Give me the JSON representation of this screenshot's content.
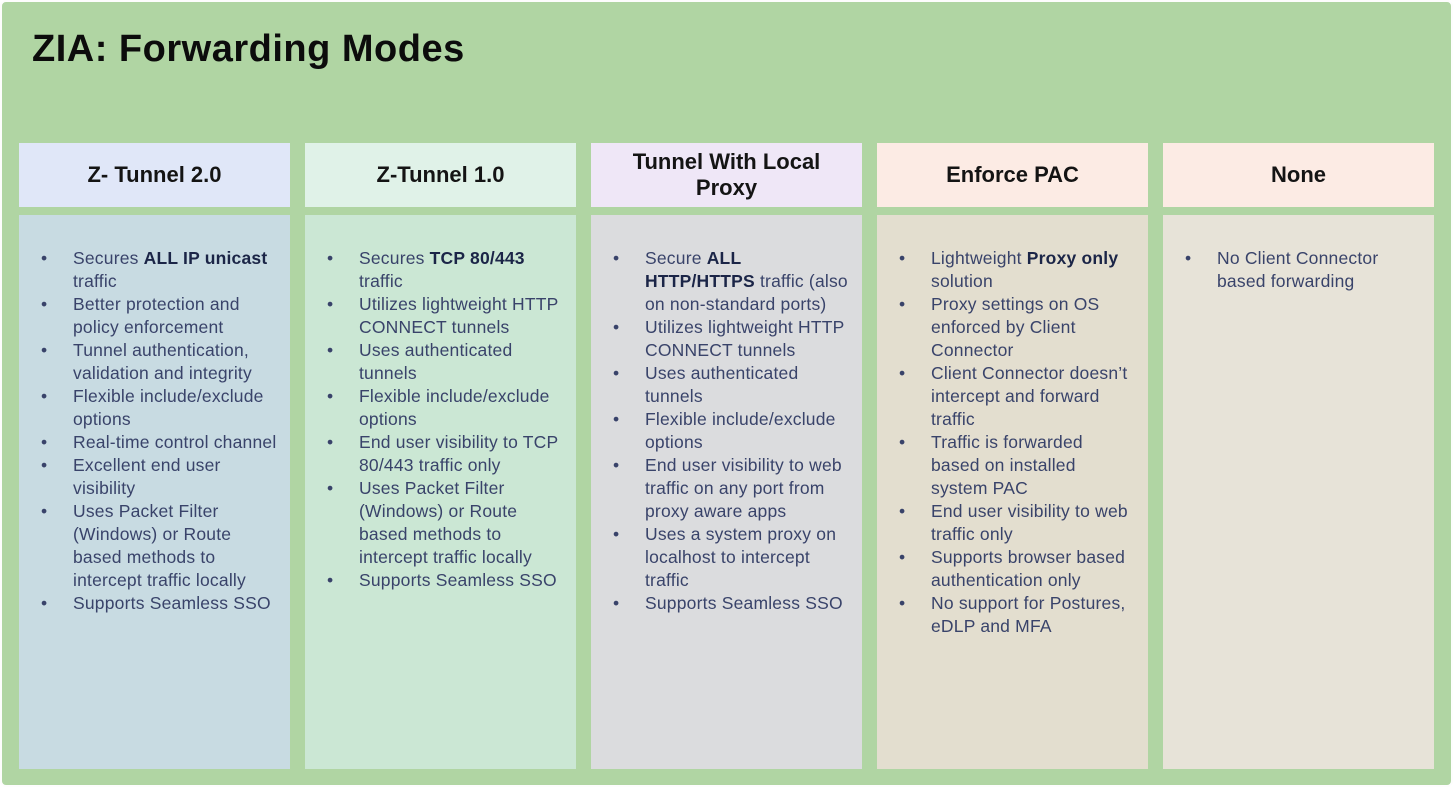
{
  "title": "ZIA: Forwarding Modes",
  "background_color": "#b0d5a3",
  "text_color": "#39436a",
  "bold_text_color": "#1b2547",
  "columns": [
    {
      "header": "Z- Tunnel 2.0",
      "header_bg": "#e0e7f8",
      "body_bg": "#c8dbe2",
      "bullets": [
        [
          {
            "t": "Secures "
          },
          {
            "t": "ALL IP unicast",
            "b": true
          },
          {
            "t": " traffic"
          }
        ],
        [
          {
            "t": "Better protection and policy enforcement"
          }
        ],
        [
          {
            "t": "Tunnel authentication, validation and integrity"
          }
        ],
        [
          {
            "t": "Flexible include/exclude options"
          }
        ],
        [
          {
            "t": "Real-time control channel"
          }
        ],
        [
          {
            "t": "Excellent end user visibility"
          }
        ],
        [
          {
            "t": "Uses Packet Filter (Windows) or Route based methods to intercept traffic locally"
          }
        ],
        [
          {
            "t": "Supports Seamless SSO"
          }
        ]
      ]
    },
    {
      "header": "Z-Tunnel 1.0",
      "header_bg": "#e0f2e8",
      "body_bg": "#cbe7d4",
      "bullets": [
        [
          {
            "t": "Secures "
          },
          {
            "t": "TCP 80/443",
            "b": true
          },
          {
            "t": " traffic"
          }
        ],
        [
          {
            "t": "Utilizes lightweight HTTP CONNECT tunnels"
          }
        ],
        [
          {
            "t": "Uses authenticated tunnels"
          }
        ],
        [
          {
            "t": "Flexible include/exclude options"
          }
        ],
        [
          {
            "t": "End user visibility to TCP 80/443 traffic only"
          }
        ],
        [
          {
            "t": "Uses Packet Filter (Windows) or Route based methods to intercept traffic locally"
          }
        ],
        [
          {
            "t": "Supports Seamless SSO"
          }
        ]
      ]
    },
    {
      "header": "Tunnel With Local Proxy",
      "header_bg": "#efe7f7",
      "body_bg": "#dbdcde",
      "bullets": [
        [
          {
            "t": "Secure "
          },
          {
            "t": "ALL HTTP/HTTPS",
            "b": true
          },
          {
            "t": " traffic (also on non-standard ports)"
          }
        ],
        [
          {
            "t": "Utilizes lightweight HTTP CONNECT tunnels"
          }
        ],
        [
          {
            "t": "Uses authenticated tunnels"
          }
        ],
        [
          {
            "t": "Flexible include/exclude options"
          }
        ],
        [
          {
            "t": "End user visibility to web traffic on any port from proxy aware apps"
          }
        ],
        [
          {
            "t": "Uses a system proxy on localhost to intercept traffic"
          }
        ],
        [
          {
            "t": "Supports Seamless SSO"
          }
        ]
      ]
    },
    {
      "header": "Enforce PAC",
      "header_bg": "#fcebe4",
      "body_bg": "#e3decf",
      "bullets": [
        [
          {
            "t": "Lightweight "
          },
          {
            "t": "Proxy only",
            "b": true
          },
          {
            "t": " solution"
          }
        ],
        [
          {
            "t": "Proxy settings on OS enforced by Client Connector"
          }
        ],
        [
          {
            "t": "Client Connector doesn’t intercept and forward traffic"
          }
        ],
        [
          {
            "t": "Traffic is forwarded based on installed system PAC"
          }
        ],
        [
          {
            "t": "End user visibility to web traffic only"
          }
        ],
        [
          {
            "t": "Supports browser based authentication only"
          }
        ],
        [
          {
            "t": "No support for Postures, eDLP and MFA"
          }
        ]
      ]
    },
    {
      "header": "None",
      "header_bg": "#fcebe4",
      "body_bg": "#e7e3d8",
      "bullets": [
        [
          {
            "t": "No Client Connector based forwarding"
          }
        ]
      ]
    }
  ]
}
